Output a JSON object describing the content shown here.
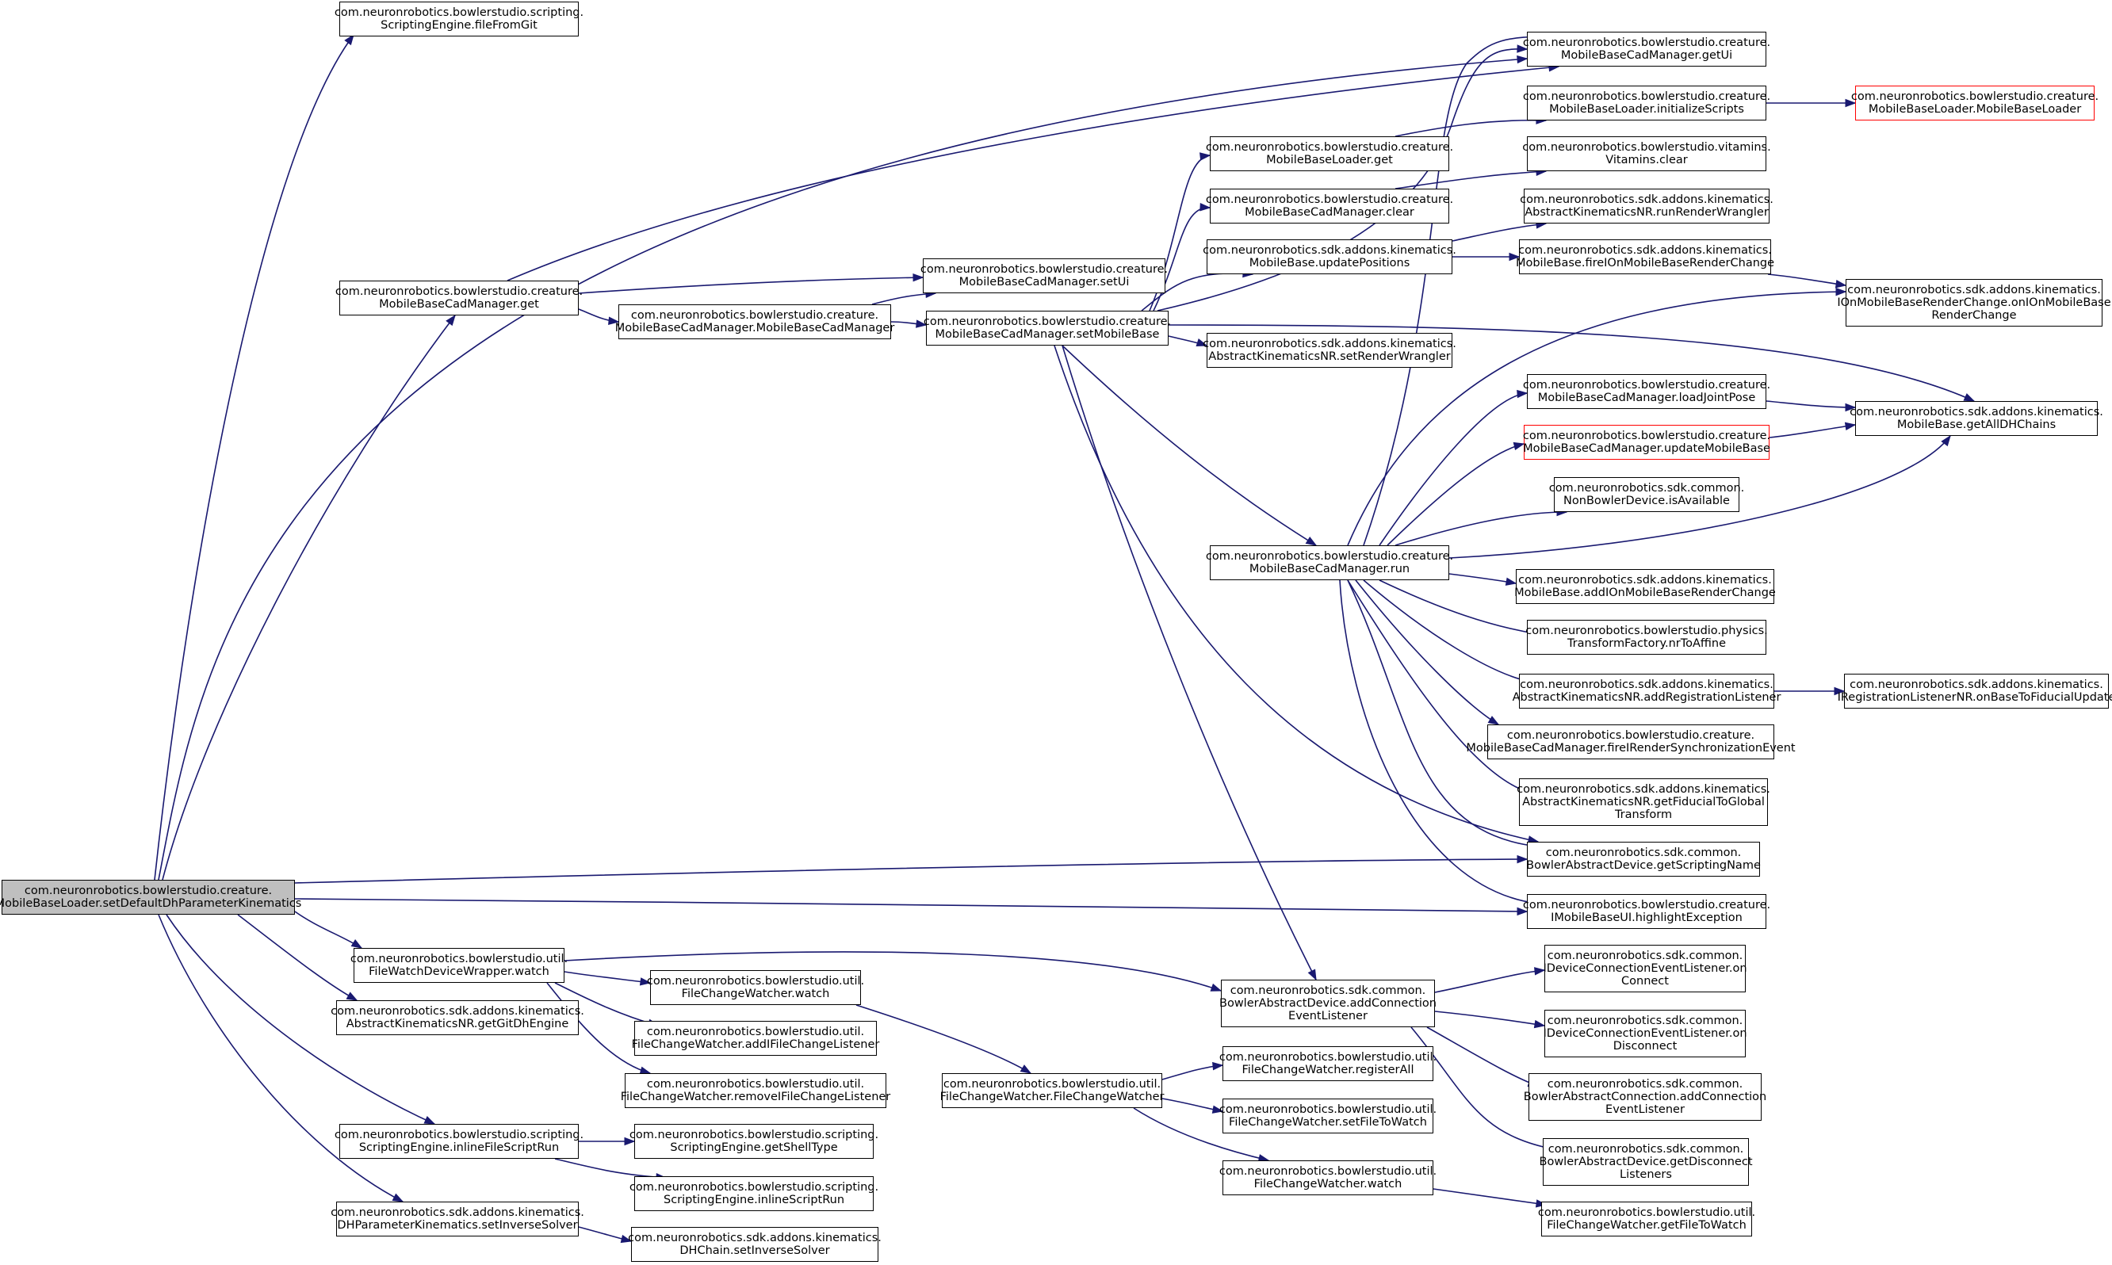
{
  "colors": {
    "edge": "#191970",
    "node_border": "#000000",
    "truncated_border": "#ff0000",
    "root_fill": "#bfbfbf"
  },
  "nodes": {
    "n0": {
      "lines": [
        "com.neuronrobotics.bowlerstudio.creature.",
        "MobileBaseLoader.setDefaultDhParameterKinematics"
      ]
    },
    "n1": {
      "lines": [
        "com.neuronrobotics.bowlerstudio.scripting.",
        "ScriptingEngine.fileFromGit"
      ]
    },
    "n2": {
      "lines": [
        "com.neuronrobotics.bowlerstudio.creature.",
        "MobileBaseCadManager.get"
      ]
    },
    "n3": {
      "lines": [
        "com.neuronrobotics.bowlerstudio.creature.",
        "MobileBaseCadManager.MobileBaseCadManager"
      ]
    },
    "n4": {
      "lines": [
        "com.neuronrobotics.bowlerstudio.creature.",
        "MobileBaseCadManager.setUi"
      ]
    },
    "n5": {
      "lines": [
        "com.neuronrobotics.bowlerstudio.creature.",
        "MobileBaseCadManager.setMobileBase"
      ]
    },
    "n6": {
      "lines": [
        "com.neuronrobotics.bowlerstudio.creature.",
        "MobileBaseLoader.get"
      ]
    },
    "n7": {
      "lines": [
        "com.neuronrobotics.bowlerstudio.creature.",
        "MobileBaseCadManager.clear"
      ]
    },
    "n8": {
      "lines": [
        "com.neuronrobotics.sdk.addons.kinematics.",
        "MobileBase.updatePositions"
      ]
    },
    "n9": {
      "lines": [
        "com.neuronrobotics.sdk.addons.kinematics.",
        "AbstractKinematicsNR.setRenderWrangler"
      ]
    },
    "n10": {
      "lines": [
        "com.neuronrobotics.bowlerstudio.creature.",
        "MobileBaseCadManager.run"
      ]
    },
    "n11": {
      "lines": [
        "com.neuronrobotics.bowlerstudio.creature.",
        "MobileBaseCadManager.getUi"
      ]
    },
    "n12": {
      "lines": [
        "com.neuronrobotics.bowlerstudio.creature.",
        "MobileBaseLoader.initializeScripts"
      ]
    },
    "n13": {
      "lines": [
        "com.neuronrobotics.bowlerstudio.creature.",
        "MobileBaseLoader.MobileBaseLoader"
      ]
    },
    "n14": {
      "lines": [
        "com.neuronrobotics.bowlerstudio.vitamins.",
        "Vitamins.clear"
      ]
    },
    "n15": {
      "lines": [
        "com.neuronrobotics.sdk.addons.kinematics.",
        "AbstractKinematicsNR.runRenderWrangler"
      ]
    },
    "n16": {
      "lines": [
        "com.neuronrobotics.sdk.addons.kinematics.",
        "MobileBase.fireIOnMobileBaseRenderChange"
      ]
    },
    "n17": {
      "lines": [
        "com.neuronrobotics.sdk.addons.kinematics.",
        "IOnMobileBaseRenderChange.onIOnMobileBase",
        "RenderChange"
      ]
    },
    "n18": {
      "lines": [
        "com.neuronrobotics.bowlerstudio.creature.",
        "MobileBaseCadManager.loadJointPose"
      ]
    },
    "n19": {
      "lines": [
        "com.neuronrobotics.bowlerstudio.creature.",
        "MobileBaseCadManager.updateMobileBase"
      ]
    },
    "n20": {
      "lines": [
        "com.neuronrobotics.sdk.addons.kinematics.",
        "MobileBase.getAllDHChains"
      ]
    },
    "n21": {
      "lines": [
        "com.neuronrobotics.sdk.common.",
        "NonBowlerDevice.isAvailable"
      ]
    },
    "n22": {
      "lines": [
        "com.neuronrobotics.sdk.addons.kinematics.",
        "MobileBase.addIOnMobileBaseRenderChange"
      ]
    },
    "n23": {
      "lines": [
        "com.neuronrobotics.bowlerstudio.physics.",
        "TransformFactory.nrToAffine"
      ]
    },
    "n24": {
      "lines": [
        "com.neuronrobotics.sdk.addons.kinematics.",
        "AbstractKinematicsNR.addRegistrationListener"
      ]
    },
    "n25": {
      "lines": [
        "com.neuronrobotics.sdk.addons.kinematics.",
        "IRegistrationListenerNR.onBaseToFiducialUpdate"
      ]
    },
    "n26": {
      "lines": [
        "com.neuronrobotics.bowlerstudio.creature.",
        "MobileBaseCadManager.fireIRenderSynchronizationEvent"
      ]
    },
    "n27": {
      "lines": [
        "com.neuronrobotics.sdk.addons.kinematics.",
        "AbstractKinematicsNR.getFiducialToGlobal",
        "Transform"
      ]
    },
    "n28": {
      "lines": [
        "com.neuronrobotics.sdk.common.",
        "BowlerAbstractDevice.getScriptingName"
      ]
    },
    "n29": {
      "lines": [
        "com.neuronrobotics.bowlerstudio.creature.",
        "IMobileBaseUI.highlightException"
      ]
    },
    "n30": {
      "lines": [
        "com.neuronrobotics.bowlerstudio.util.",
        "FileWatchDeviceWrapper.watch"
      ]
    },
    "n31": {
      "lines": [
        "com.neuronrobotics.sdk.addons.kinematics.",
        "AbstractKinematicsNR.getGitDhEngine"
      ]
    },
    "n32": {
      "lines": [
        "com.neuronrobotics.bowlerstudio.util.",
        "FileChangeWatcher.watch"
      ]
    },
    "n33": {
      "lines": [
        "com.neuronrobotics.bowlerstudio.util.",
        "FileChangeWatcher.addIFileChangeListener"
      ]
    },
    "n34": {
      "lines": [
        "com.neuronrobotics.bowlerstudio.util.",
        "FileChangeWatcher.removeIFileChangeListener"
      ]
    },
    "n35": {
      "lines": [
        "com.neuronrobotics.sdk.common.",
        "BowlerAbstractDevice.addConnection",
        "EventListener"
      ]
    },
    "n36": {
      "lines": [
        "com.neuronrobotics.sdk.common.",
        "IDeviceConnectionEventListener.on",
        "Connect"
      ]
    },
    "n37": {
      "lines": [
        "com.neuronrobotics.sdk.common.",
        "IDeviceConnectionEventListener.on",
        "Disconnect"
      ]
    },
    "n38": {
      "lines": [
        "com.neuronrobotics.sdk.common.",
        "BowlerAbstractConnection.addConnection",
        "EventListener"
      ]
    },
    "n39": {
      "lines": [
        "com.neuronrobotics.sdk.common.",
        "BowlerAbstractDevice.getDisconnect",
        "Listeners"
      ]
    },
    "n40": {
      "lines": [
        "com.neuronrobotics.bowlerstudio.util.",
        "FileChangeWatcher.FileChangeWatcher"
      ]
    },
    "n41": {
      "lines": [
        "com.neuronrobotics.bowlerstudio.util.",
        "FileChangeWatcher.registerAll"
      ]
    },
    "n42": {
      "lines": [
        "com.neuronrobotics.bowlerstudio.util.",
        "FileChangeWatcher.setFileToWatch"
      ]
    },
    "n43": {
      "lines": [
        "com.neuronrobotics.bowlerstudio.util.",
        "FileChangeWatcher.watch"
      ]
    },
    "n44": {
      "lines": [
        "com.neuronrobotics.bowlerstudio.util.",
        "FileChangeWatcher.getFileToWatch"
      ]
    },
    "n45": {
      "lines": [
        "com.neuronrobotics.bowlerstudio.scripting.",
        "ScriptingEngine.inlineFileScriptRun"
      ]
    },
    "n46": {
      "lines": [
        "com.neuronrobotics.bowlerstudio.scripting.",
        "ScriptingEngine.getShellType"
      ]
    },
    "n47": {
      "lines": [
        "com.neuronrobotics.bowlerstudio.scripting.",
        "ScriptingEngine.inlineScriptRun"
      ]
    },
    "n48": {
      "lines": [
        "com.neuronrobotics.sdk.addons.kinematics.",
        "DHParameterKinematics.setInverseSolver"
      ]
    },
    "n49": {
      "lines": [
        "com.neuronrobotics.sdk.addons.kinematics.",
        "DHChain.setInverseSolver"
      ]
    }
  }
}
